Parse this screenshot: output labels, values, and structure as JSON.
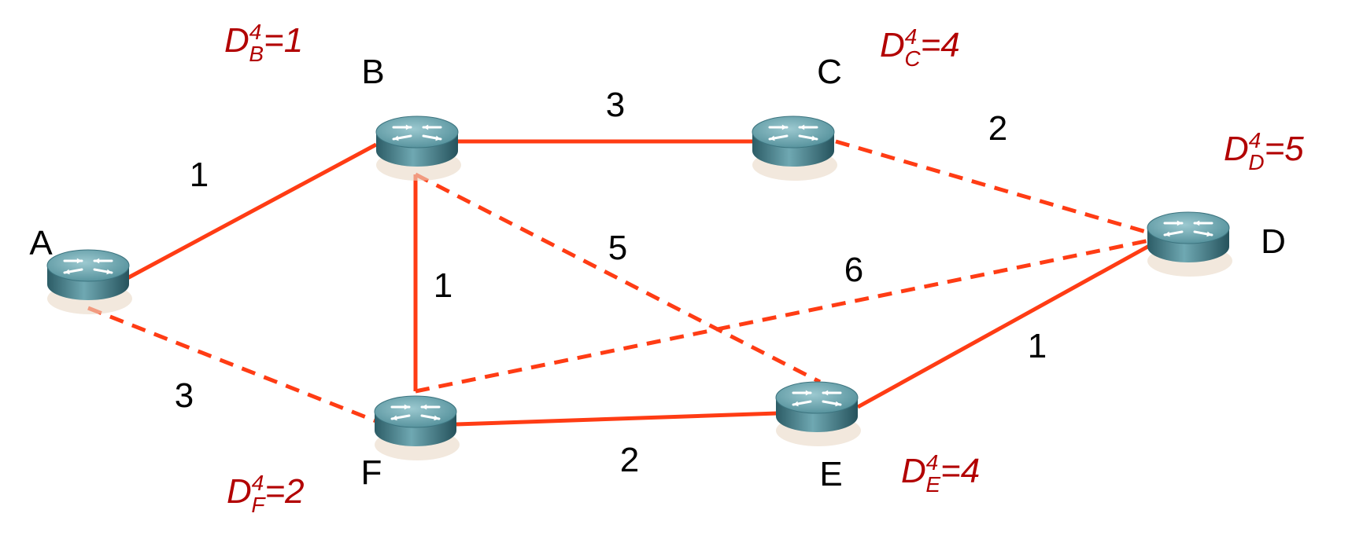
{
  "colors": {
    "edge": "#ff3c14",
    "distance_text": "#b20000",
    "label_text": "#000000",
    "router_top": "#5f9ba6",
    "router_side": "#2f6470"
  },
  "nodes": [
    {
      "id": "A",
      "label": "A",
      "icon": "router-icon"
    },
    {
      "id": "B",
      "label": "B",
      "icon": "router-icon"
    },
    {
      "id": "C",
      "label": "C",
      "icon": "router-icon"
    },
    {
      "id": "D",
      "label": "D",
      "icon": "router-icon"
    },
    {
      "id": "E",
      "label": "E",
      "icon": "router-icon"
    },
    {
      "id": "F",
      "label": "F",
      "icon": "router-icon"
    }
  ],
  "edges": [
    {
      "from": "A",
      "to": "B",
      "weight": "1",
      "style": "solid"
    },
    {
      "from": "A",
      "to": "F",
      "weight": "3",
      "style": "dashed"
    },
    {
      "from": "B",
      "to": "C",
      "weight": "3",
      "style": "solid"
    },
    {
      "from": "B",
      "to": "F",
      "weight": "1",
      "style": "solid"
    },
    {
      "from": "B",
      "to": "E",
      "weight": "5",
      "style": "dashed"
    },
    {
      "from": "C",
      "to": "D",
      "weight": "2",
      "style": "dashed"
    },
    {
      "from": "F",
      "to": "D",
      "weight": "6",
      "style": "dashed"
    },
    {
      "from": "F",
      "to": "E",
      "weight": "2",
      "style": "solid"
    },
    {
      "from": "E",
      "to": "D",
      "weight": "1",
      "style": "solid"
    }
  ],
  "distances": [
    {
      "node": "B",
      "prefix": "D",
      "sup": "4",
      "sub": "B",
      "value": "=1"
    },
    {
      "node": "C",
      "prefix": "D",
      "sup": "4",
      "sub": "C",
      "value": "=4"
    },
    {
      "node": "D",
      "prefix": "D",
      "sup": "4",
      "sub": "D",
      "value": "=5"
    },
    {
      "node": "E",
      "prefix": "D",
      "sup": "4",
      "sub": "E",
      "value": "=4"
    },
    {
      "node": "F",
      "prefix": "D",
      "sup": "4",
      "sub": "F",
      "value": "=2"
    }
  ]
}
